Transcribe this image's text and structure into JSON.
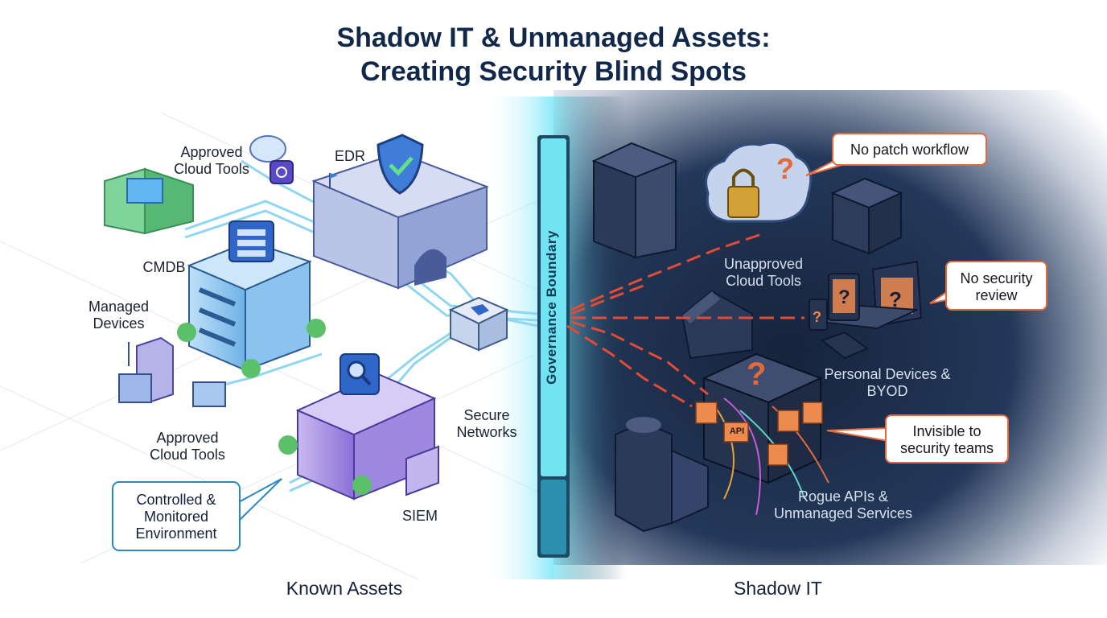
{
  "title": {
    "line1": "Shadow IT & Unmanaged Assets:",
    "line2": "Creating Security Blind Spots"
  },
  "governance_boundary": "Governance Boundary",
  "known_side": {
    "heading": "Known Assets",
    "labels": {
      "approved_cloud_tools_top": "Approved Cloud Tools",
      "edr": "EDR",
      "cmdb": "CMDB",
      "managed_devices": "Managed Devices",
      "approved_cloud_tools_bottom": "Approved Cloud Tools",
      "secure_networks": "Secure Networks",
      "siem": "SIEM"
    },
    "callout": "Controlled & Monitored Environment"
  },
  "shadow_side": {
    "heading": "Shadow IT",
    "labels": {
      "unapproved_cloud_tools": "Unapproved Cloud Tools",
      "personal_devices": "Personal Devices & BYOD",
      "rogue_apis": "Rogue APIs & Unmanaged Services",
      "api_chip": "API"
    },
    "callouts": {
      "no_patch": "No patch workflow",
      "no_security_review": "No security review",
      "invisible": "Invisible to security teams"
    }
  },
  "colors": {
    "title": "#12284a",
    "known_accent": "#2a87c8",
    "shadow_accent": "#e3683c",
    "boundary": "#5fdcec",
    "shadow_bg": "#1d2d48"
  }
}
